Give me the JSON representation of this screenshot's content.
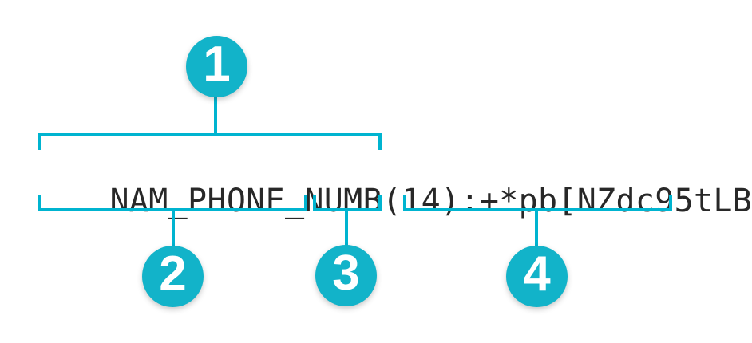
{
  "figure": {
    "colors": {
      "accent": "#00b4d0",
      "circle": "#12b3c9",
      "text": "#282828",
      "background": "#ffffff",
      "number": "#ffffff"
    },
    "code": {
      "full": "NAM_PHONE_NUMB(14):+*pb[NZdc95tLB",
      "field_name": "NAM_PHONE_NUMB",
      "length": "(14)",
      "separator": ":",
      "value": "+*pb[NZdc95tLB"
    },
    "callouts": [
      {
        "number": "1",
        "refers_to": "NAM_PHONE_NUMB(14)"
      },
      {
        "number": "2",
        "refers_to": "NAM_PHONE_NUMB"
      },
      {
        "number": "3",
        "refers_to": "(14)"
      },
      {
        "number": "4",
        "refers_to": "+*pb[NZdc95tLB"
      }
    ]
  }
}
